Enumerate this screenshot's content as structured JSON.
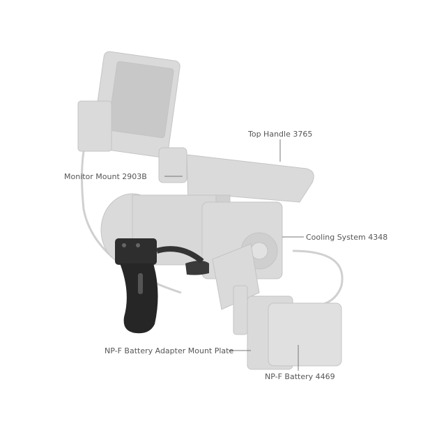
{
  "callouts": {
    "top_handle": "Top Handle 3765",
    "monitor_mount": "Monitor Mount 2903B",
    "cooling_system": "Cooling System 4348",
    "battery_plate": "NP-F Battery Adapter Mount Plate",
    "battery": "NP-F Battery 4469"
  },
  "colors": {
    "faded_parts": "#d4d4d4",
    "grip": "#2a2a2a",
    "label_text": "#555555",
    "leader_line": "#777777"
  }
}
